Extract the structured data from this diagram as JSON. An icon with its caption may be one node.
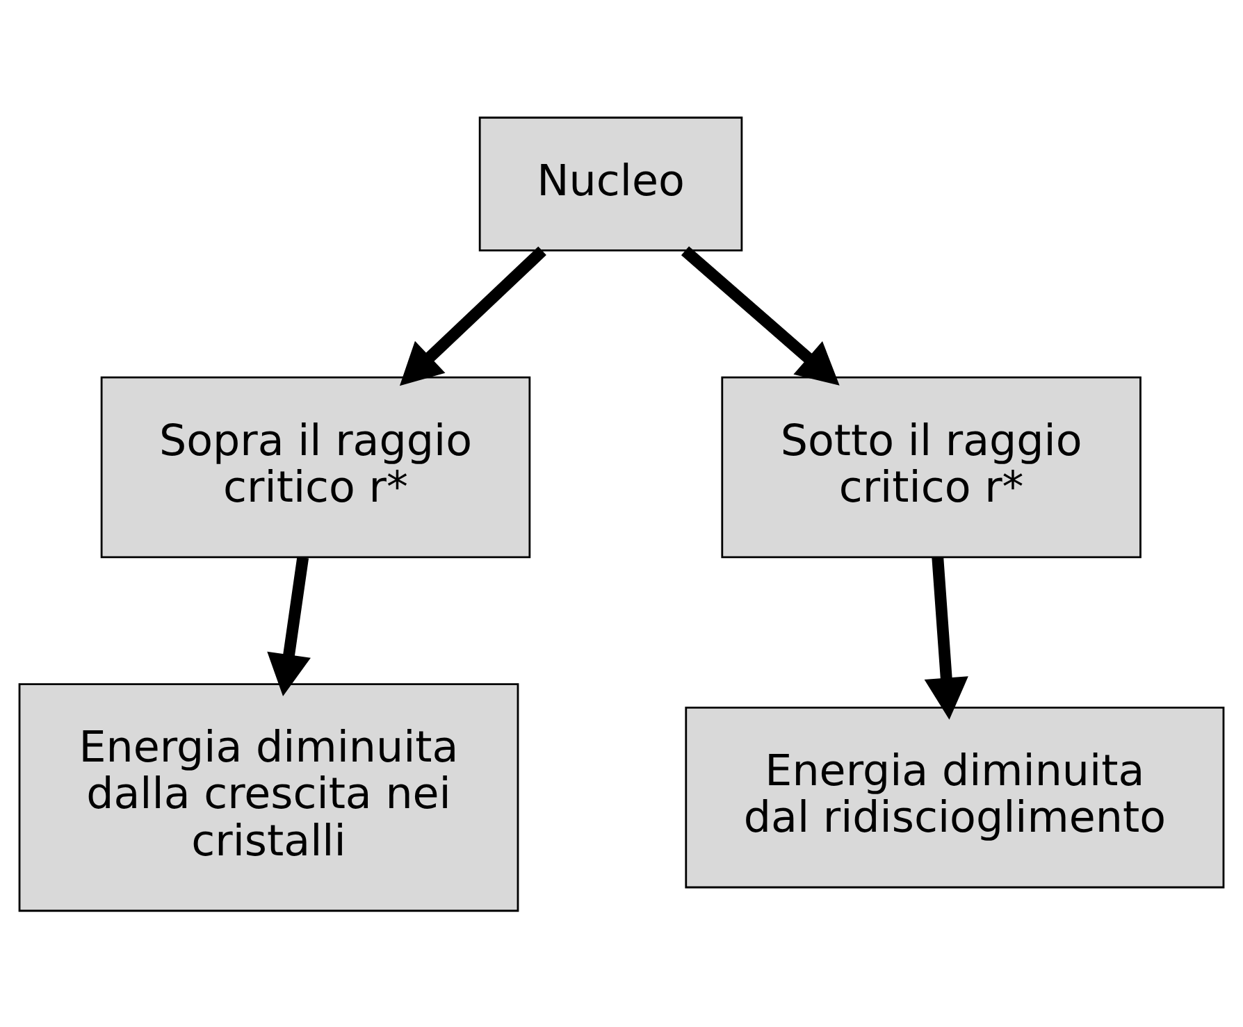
{
  "diagram": {
    "nodes": [
      {
        "text": [
          "Nucleo"
        ]
      },
      {
        "text": [
          "Sopra il raggio critico r*"
        ]
      },
      {
        "text": [
          "Sotto il raggio critico r*"
        ]
      },
      {
        "text": [
          "Energia diminuita dalla crescita nei cristalli"
        ]
      },
      {
        "text": [
          "Energia diminuita dal ridiscioglimento"
        ]
      }
    ],
    "edges": [
      {
        "from": 0,
        "to": 1,
        "arrow": "to"
      },
      {
        "from": 0,
        "to": 2,
        "arrow": "to"
      },
      {
        "from": 1,
        "to": 3,
        "arrow": "to"
      },
      {
        "from": 2,
        "to": 4,
        "arrow": "to"
      }
    ]
  }
}
